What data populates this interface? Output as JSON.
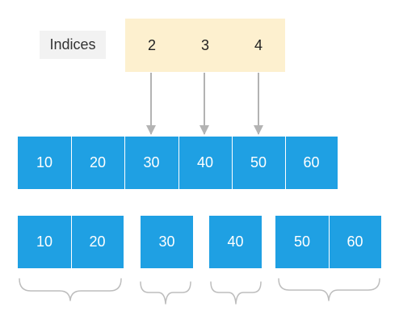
{
  "indices_label": "Indices",
  "indices": [
    "2",
    "3",
    "4"
  ],
  "array": [
    "10",
    "20",
    "30",
    "40",
    "50",
    "60"
  ],
  "groups": [
    {
      "values": [
        "10",
        "20"
      ]
    },
    {
      "values": [
        "30"
      ]
    },
    {
      "values": [
        "40"
      ]
    },
    {
      "values": [
        "50",
        "60"
      ]
    }
  ],
  "colors": {
    "cell": "#1fa0e3",
    "cell_text": "#ffffff",
    "index_cell": "#fdf0cf",
    "label_bg": "#f2f2f2",
    "arrow": "#b3b3b3",
    "brace": "#bdbdbd"
  }
}
